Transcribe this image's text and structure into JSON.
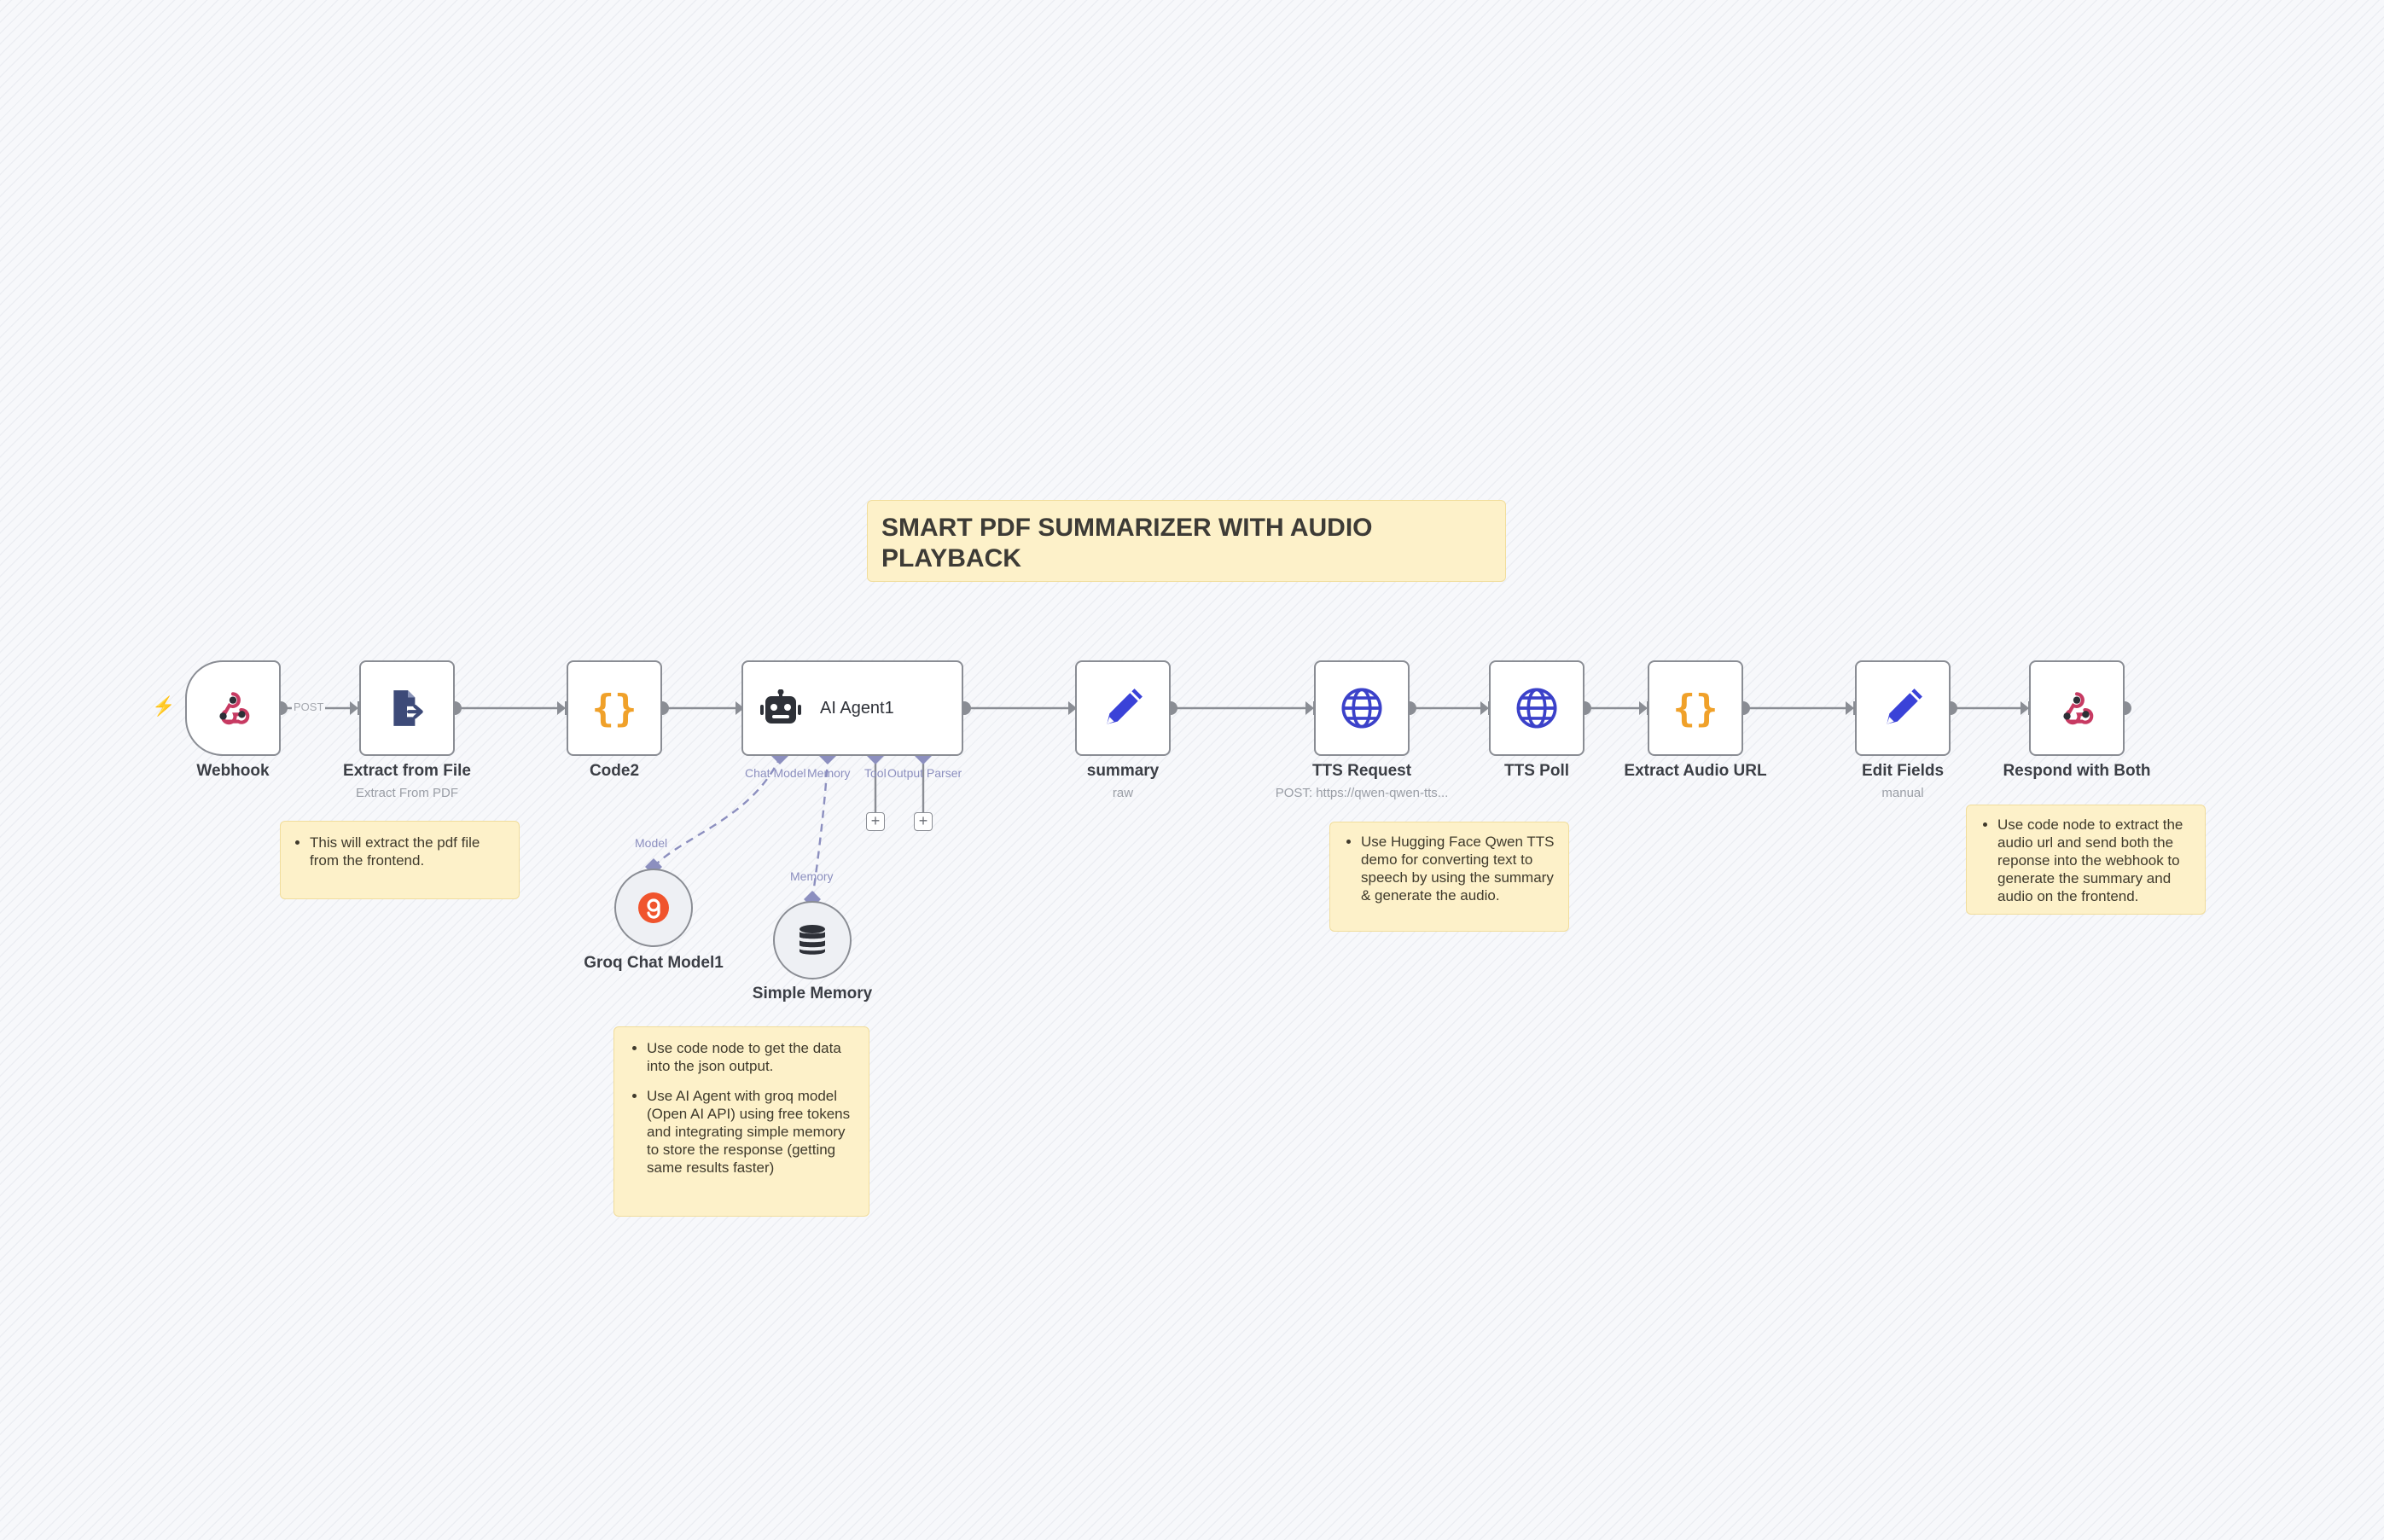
{
  "title_note": "SMART PDF SUMMARIZER WITH AUDIO PLAYBACK",
  "nodes": {
    "webhook": {
      "label": "Webhook"
    },
    "extract_file": {
      "label": "Extract from File",
      "sub": "Extract From PDF"
    },
    "code2": {
      "label": "Code2"
    },
    "ai_agent": {
      "label": "AI Agent1"
    },
    "summary": {
      "label": "summary",
      "sub": "raw"
    },
    "tts_request": {
      "label": "TTS Request",
      "sub": "POST: https://qwen-qwen-tts..."
    },
    "tts_poll": {
      "label": "TTS Poll"
    },
    "extract_audio": {
      "label": "Extract Audio URL"
    },
    "edit_fields": {
      "label": "Edit Fields",
      "sub": "manual"
    },
    "respond": {
      "label": "Respond with Both"
    },
    "groq_model": {
      "label": "Groq Chat Model1"
    },
    "simple_memory": {
      "label": "Simple Memory"
    }
  },
  "edge_labels": {
    "post": "POST"
  },
  "agent_ports": {
    "chat_model": "Chat Model",
    "memory": "Memory",
    "tool": "Tool",
    "output_parser": "Output Parser"
  },
  "sub_ports": {
    "model": "Model",
    "memory": "Memory"
  },
  "notes": {
    "extract": [
      "This will extract the pdf file from the frontend."
    ],
    "agent": [
      "Use code node to get the data into the json output.",
      "Use AI Agent with groq model (Open AI API) using free tokens and integrating simple memory to store the response (getting same results faster)"
    ],
    "tts": [
      "Use Hugging Face Qwen TTS demo for converting text to speech by using the summary & generate the audio."
    ],
    "respond": [
      "Use code node to extract the audio url and send both the reponse into the webhook to generate the summary and audio on the frontend."
    ]
  },
  "colors": {
    "webhook_icon": "#c73a62",
    "code_icon": "#f0a12a",
    "edit_icon": "#3a42d8",
    "globe_icon": "#3b41c9",
    "file_icon": "#3d4a78",
    "groq_icon": "#f0542d",
    "connector": "#8a8d94",
    "ai_port": "#8c8fbf",
    "sticky_bg": "#fdf1c9"
  },
  "icons": {
    "webhook": "webhook-icon",
    "extract_file": "file-export-icon",
    "code": "curly-braces-icon",
    "agent": "robot-icon",
    "edit": "pencil-icon",
    "http": "globe-icon",
    "groq": "groq-logo-icon",
    "memory": "database-icon",
    "trigger": "lightning-bolt-icon"
  }
}
